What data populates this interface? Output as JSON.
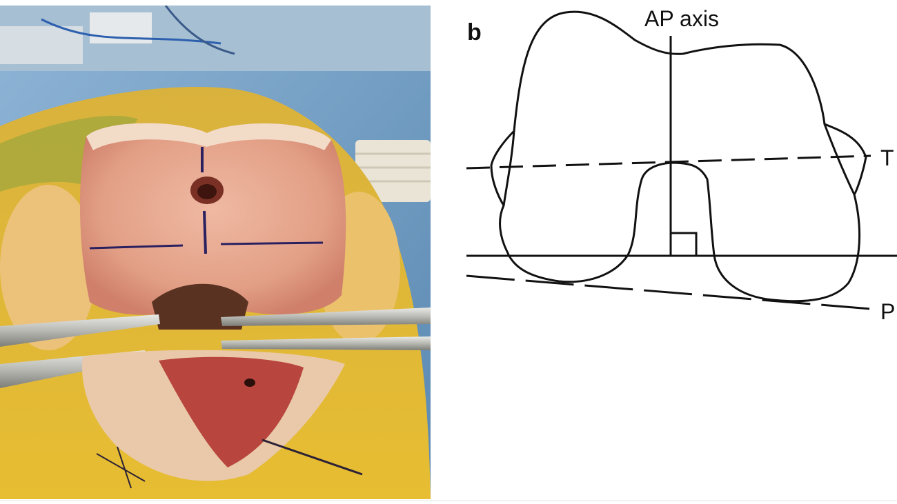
{
  "panel_b": {
    "letter": "b",
    "ap_axis_label": "AP axis",
    "t_label": "T",
    "p_label": "P"
  },
  "colors": {
    "drape_blue": "#6f9ec4",
    "bone_pink": "#e8a48c",
    "cartilage": "#f1dcc6",
    "fat_yellow": "#e2b431",
    "flesh_red": "#b8463e",
    "line_black": "#111111"
  }
}
